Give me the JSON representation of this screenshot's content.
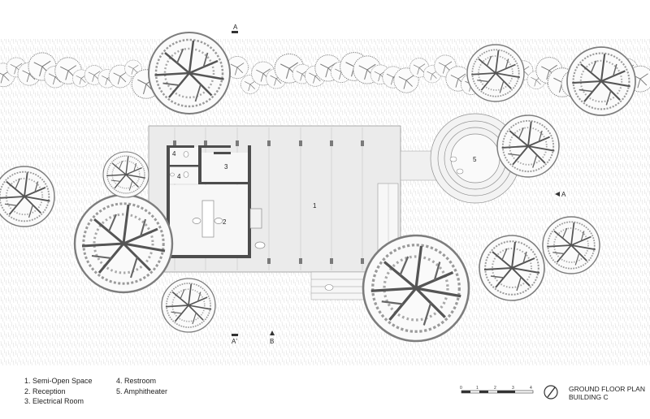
{
  "plan": {
    "room_numbers": [
      "1",
      "2",
      "3",
      "4",
      "4",
      "5"
    ],
    "section_marks": {
      "a_top": "A",
      "a_bottom": "A'",
      "a_right": "A",
      "b_bottom": "B"
    }
  },
  "legend": {
    "items": [
      "1. Semi-Open Space",
      "2. Reception",
      "3. Electrical Room",
      "4. Restroom",
      "5. Amphitheater"
    ]
  },
  "scale_bar": {
    "ticks": [
      "0",
      "1",
      "2",
      "3",
      "4"
    ]
  },
  "title": {
    "main": "GROUND FLOOR PLAN",
    "sub": "BUILDING C"
  },
  "icons": [
    "north-arrow-icon",
    "tree-icon",
    "shrub-icon"
  ]
}
